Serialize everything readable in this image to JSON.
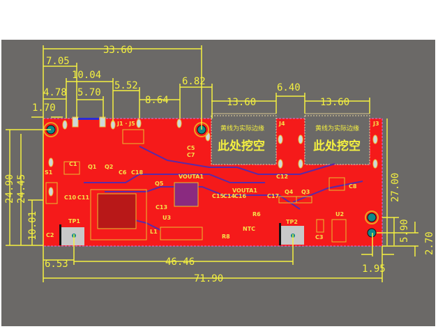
{
  "colors": {
    "background": "#6b6967",
    "board": "#f51a1a",
    "dimension": "#f4f040",
    "hole": "#0e8a8a",
    "trace": "#5a2aa8"
  },
  "dimensions": {
    "total_top": "33.60",
    "d_705": "7.05",
    "d_1004": "10.04",
    "d_478": "4.78",
    "d_570": "5.70",
    "d_552": "5.52",
    "d_864": "8.64",
    "d_682": "6.82",
    "d_170": "1.70",
    "cut_left": "13.60",
    "gap": "6.40",
    "cut_right": "13.60",
    "h_2490": "24.90",
    "h_2445": "24.45",
    "h_1001": "10.01",
    "h_2700": "27.00",
    "h_590": "5.90",
    "h_270": "2.70",
    "w_653": "6.53",
    "w_4646": "46.46",
    "w_7190": "71.90",
    "w_195": "1.95"
  },
  "cutouts": [
    {
      "note": "黄线为实际边缘",
      "label": "此处挖空"
    },
    {
      "note": "黄线为实际边缘",
      "label": "此处挖空"
    }
  ],
  "designators": {
    "j1j5": "J1 · J5",
    "j4": "J4",
    "j3": "J3",
    "s1": "S1",
    "c1": "C1",
    "q1": "Q1",
    "q2": "Q2",
    "c6": "C6",
    "c18": "C18",
    "c10": "C10",
    "c11": "C11",
    "tp1": "TP1",
    "tp2": "TP2",
    "q5": "Q5",
    "c5": "C5",
    "c7": "C7",
    "u3": "U3",
    "c13": "C13",
    "l1": "L1",
    "c12": "C12",
    "c8": "C8",
    "q4": "Q4",
    "q3": "Q3",
    "c15": "C15",
    "c14": "C14",
    "c16": "C16",
    "c17": "C17",
    "r6": "R6",
    "ntc": "NTC",
    "c3": "C3",
    "u2": "U2",
    "r8": "R8",
    "vouta1": "VOUTA1",
    "vouta1b": "VOUTA1",
    "c2": "C2"
  }
}
